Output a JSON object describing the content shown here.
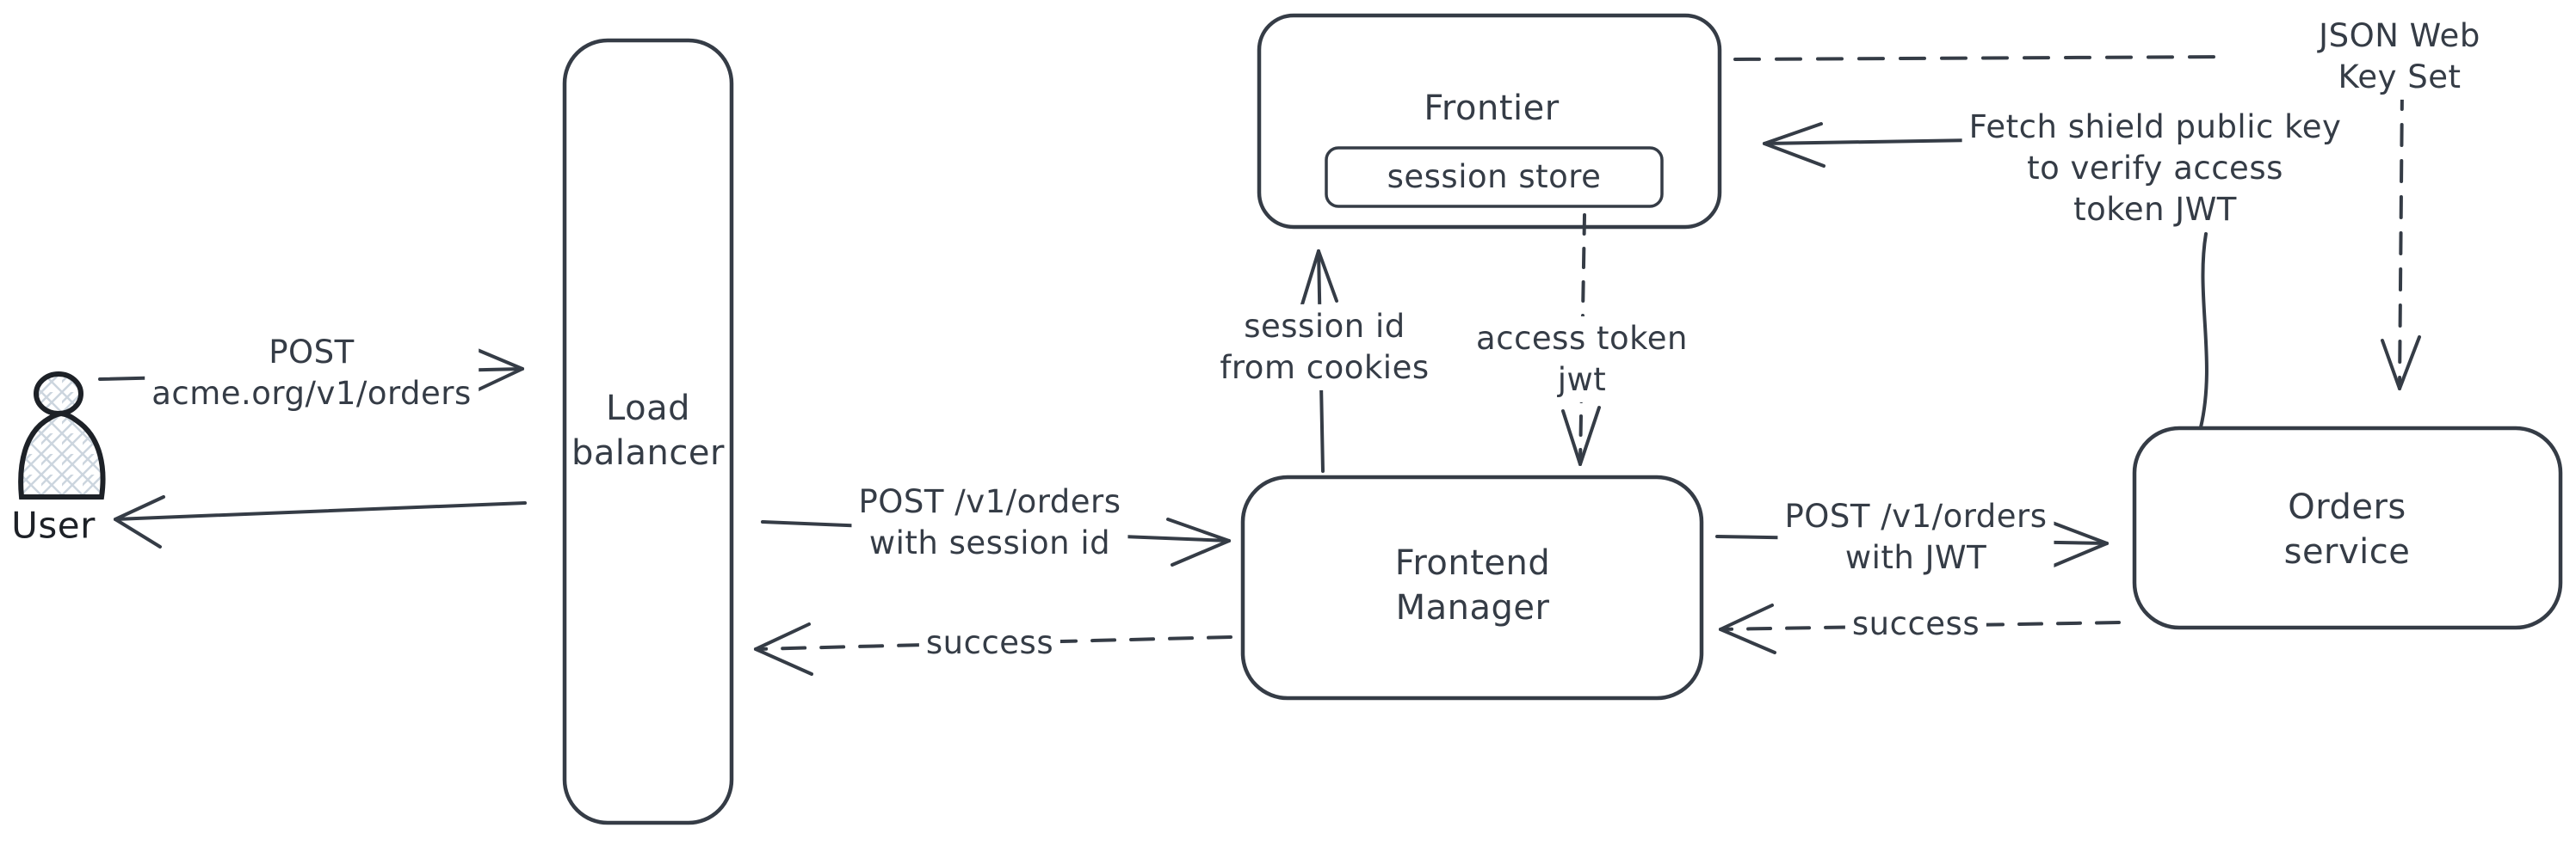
{
  "colors": {
    "stroke": "#353c46",
    "icon_stroke": "#1d2127",
    "hatch_fill": "#ccd5de",
    "background": "#ffffff"
  },
  "nodes": {
    "user": {
      "label": "User"
    },
    "load_balancer": {
      "label": "Load\nbalancer"
    },
    "frontier": {
      "label": "Frontier"
    },
    "session_store": {
      "label": "session store"
    },
    "frontend_manager": {
      "label": "Frontend\nManager"
    },
    "orders_service": {
      "label": "Orders service"
    }
  },
  "edges": {
    "user_request": {
      "label": "POST\nacme.org/v1/orders",
      "style": "solid",
      "from": "user",
      "to": "load_balancer"
    },
    "user_response": {
      "label": "",
      "style": "solid",
      "from": "load_balancer",
      "to": "user"
    },
    "lb_request": {
      "label": "POST /v1/orders\nwith session id",
      "style": "solid",
      "from": "load_balancer",
      "to": "frontend_manager"
    },
    "lb_response": {
      "label": "success",
      "style": "dashed",
      "from": "frontend_manager",
      "to": "load_balancer"
    },
    "session_lookup": {
      "label": "session id\nfrom cookies",
      "style": "solid",
      "from": "frontend_manager",
      "to": "frontier"
    },
    "access_token": {
      "label": "access token\njwt",
      "style": "dashed",
      "from": "session_store",
      "to": "frontend_manager"
    },
    "orders_request": {
      "label": "POST /v1/orders\nwith JWT",
      "style": "solid",
      "from": "frontend_manager",
      "to": "orders_service"
    },
    "orders_response": {
      "label": "success",
      "style": "dashed",
      "from": "orders_service",
      "to": "frontend_manager"
    },
    "fetch_key": {
      "label": "Fetch shield public key\nto verify access\ntoken JWT",
      "style": "solid",
      "from": "orders_service",
      "to": "frontier"
    },
    "jwks": {
      "label": "JSON Web Key Set",
      "style": "dashed"
    }
  }
}
